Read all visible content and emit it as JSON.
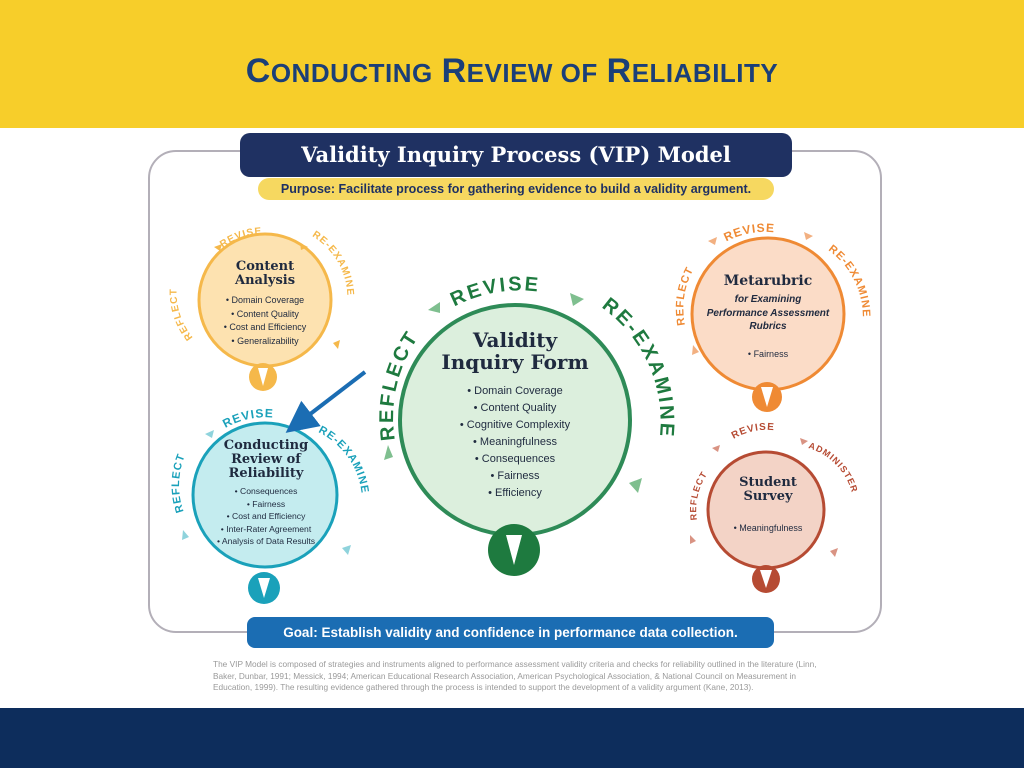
{
  "slide": {
    "title": "Conducting Review of Reliability"
  },
  "model": {
    "header": "Validity Inquiry Process (VIP) Model",
    "purpose": "Purpose: Facilitate process for gathering evidence to build a validity argument.",
    "goal": "Goal: Establish validity and confidence in performance data collection."
  },
  "cycle_labels": {
    "revise": "REVISE",
    "reflect": "REFLECT",
    "reexamine": "RE-EXAMINE",
    "administer": "ADMINISTER"
  },
  "components": {
    "content_analysis": {
      "title": "Content Analysis",
      "items": [
        "Domain Coverage",
        "Content Quality",
        "Cost and Efficiency",
        "Generalizability"
      ],
      "color": "#f5b84a"
    },
    "validity_form": {
      "title": "Validity Inquiry Form",
      "items": [
        "Domain Coverage",
        "Content Quality",
        "Cognitive Complexity",
        "Meaningfulness",
        "Consequences",
        "Fairness",
        "Efficiency"
      ],
      "color": "#2e8b57"
    },
    "reliability": {
      "title": "Conducting Review of Reliability",
      "items": [
        "Consequences",
        "Fairness",
        "Cost and Efficiency",
        "Inter-Rater Agreement",
        "Analysis of Data Results"
      ],
      "color": "#1aa1ba"
    },
    "metarubric": {
      "title": "Metarubric",
      "subtitle": "for Examining Performance Assessment Rubrics",
      "items": [
        "Fairness"
      ],
      "color": "#ef8a34"
    },
    "student_survey": {
      "title": "Student Survey",
      "items": [
        "Meaningfulness"
      ],
      "color": "#b64b33"
    }
  },
  "footnote": "The VIP Model is composed of strategies and instruments aligned to performance assessment validity criteria and checks for reliability outlined in the literature (Linn, Baker, Dunbar, 1991; Messick, 1994; American Educational Research Association, American Psychological Association, & National Council on Measurement in Education, 1999). The resulting evidence gathered through the process is intended to support the development of a validity argument (Kane, 2013)."
}
